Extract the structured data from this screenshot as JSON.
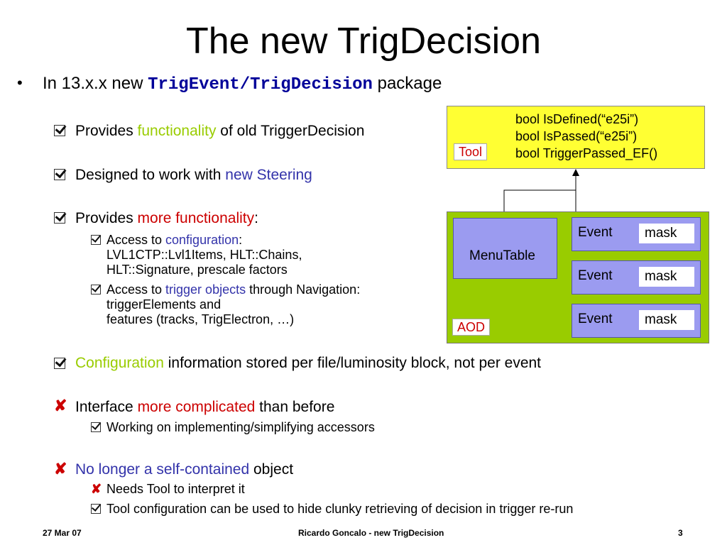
{
  "title": "The new TrigDecision",
  "bullet1": {
    "pre": "In 13.x.x new ",
    "code": "TrigEvent/TrigDecision",
    "post": " package"
  },
  "items": {
    "a": {
      "pre": "Provides ",
      "hl": "functionality",
      "post": " of old TriggerDecision"
    },
    "b": {
      "pre": "Designed to work with ",
      "hl": "new Steering"
    },
    "c": {
      "pre": "Provides ",
      "hl": "more functionality",
      "post": ":"
    },
    "c1": {
      "pre": "Access to ",
      "hl": "configuration",
      "post": ":",
      "line2": "LVL1CTP::Lvl1Items, HLT::Chains,",
      "line3": "HLT::Signature, prescale factors"
    },
    "c2": {
      "pre": "Access to ",
      "hl": "trigger objects",
      "post": " through Navigation:",
      "line2": "triggerElements and",
      "line3": "features (tracks, TrigElectron, …)"
    },
    "d": {
      "hl": "Configuration",
      "post": " information stored per file/luminosity block, not per event"
    },
    "e": {
      "pre": "Interface ",
      "hl": "more complicated",
      "post": " than before"
    },
    "e1": {
      "text": "Working on implementing/simplifying accessors"
    },
    "f": {
      "hl": "No longer a self-contained",
      "post": " object"
    },
    "f1": {
      "text": "Needs Tool to interpret it"
    },
    "f2": {
      "text": "Tool configuration can be used to hide clunky retrieving of decision in trigger re-run"
    }
  },
  "diagram": {
    "tool_lines": [
      "bool IsDefined(“e25i”)",
      "bool IsPassed(“e25i”)",
      "bool TriggerPassed_EF()"
    ],
    "tool_label": "Tool",
    "aod_label": "AOD",
    "menutable": "MenuTable",
    "events": [
      {
        "name": "Event",
        "mask": "mask"
      },
      {
        "name": "Event",
        "mask": "mask"
      },
      {
        "name": "Event",
        "mask": "mask"
      }
    ],
    "colors": {
      "tool_bg": "#ffff33",
      "aod_bg": "#99cc00",
      "box_bg": "#9b9bf0",
      "label_red": "#cc0000"
    }
  },
  "colors": {
    "green": "#99cc00",
    "blue": "#3333aa",
    "red": "#cc0000",
    "code_blue": "#000099"
  },
  "footer": {
    "date": "27 Mar 07",
    "center": "Ricardo Goncalo - new TrigDecision",
    "page": "3"
  }
}
